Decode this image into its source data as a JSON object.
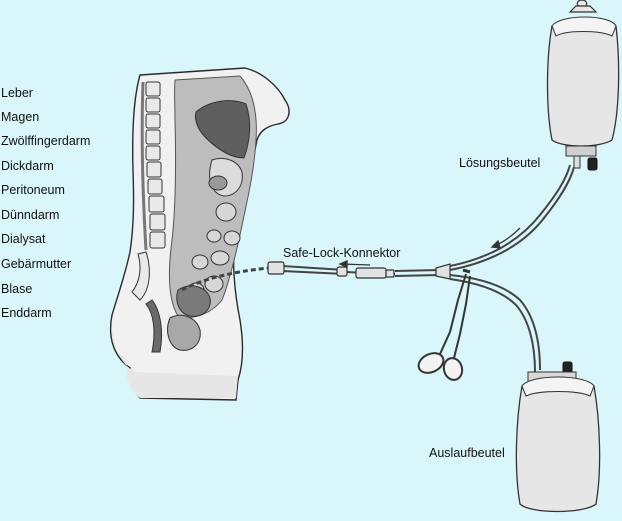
{
  "organ_labels": [
    "Leber",
    "Magen",
    "Zwölffingerdarm",
    "Dickdarm",
    "Peritoneum",
    "Dünndarm",
    "Dialysat",
    "Gebärmutter",
    "Blase",
    "Enddarm"
  ],
  "callouts": {
    "solution_bag": "Lösungsbeutel",
    "connector": "Safe-Lock-Konnektor",
    "drain_bag": "Auslaufbeutel"
  },
  "colors": {
    "background": "#d9f6fb",
    "body_fill": "#f1f1f1",
    "body_outline": "#2a2a2a",
    "cavity": "#bdbdbd",
    "organ_dark": "#5f5f5f",
    "tube": "#444444"
  }
}
